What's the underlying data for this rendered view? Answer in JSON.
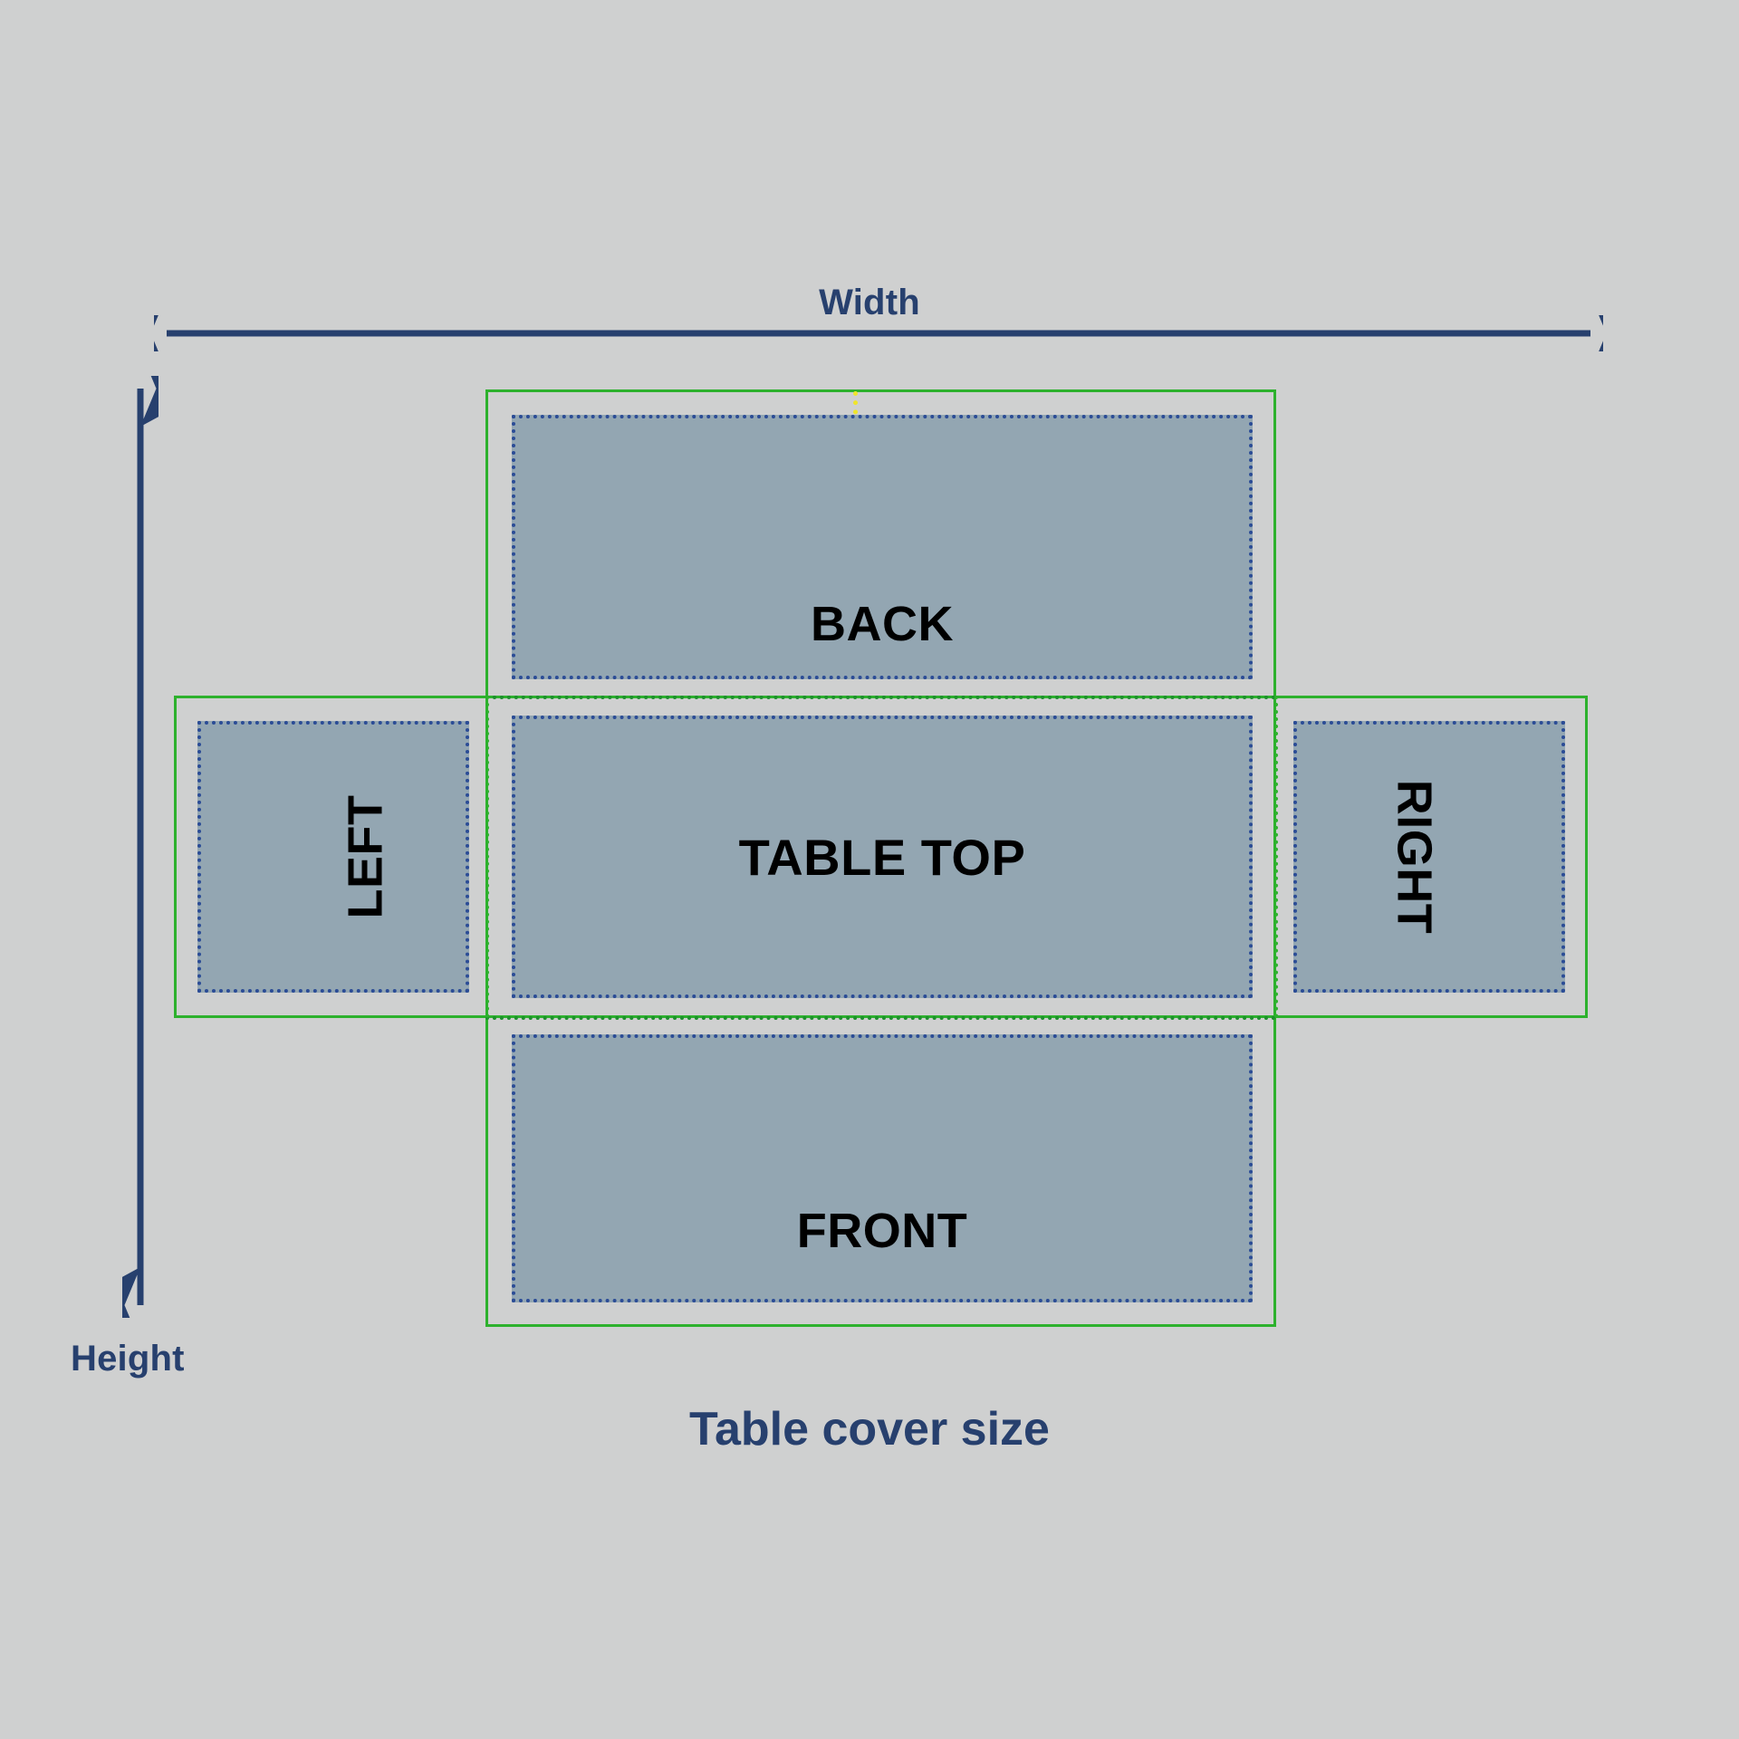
{
  "diagram": {
    "caption": "Table cover size",
    "dimensions": {
      "width_label": "Width",
      "height_label": "Height"
    },
    "panels": [
      {
        "id": "back",
        "label": "BACK"
      },
      {
        "id": "table-top",
        "label": "TABLE TOP"
      },
      {
        "id": "front",
        "label": "FRONT"
      },
      {
        "id": "left",
        "label": "LEFT"
      },
      {
        "id": "right",
        "label": "RIGHT"
      }
    ],
    "colors": {
      "background": "#cfd0d0",
      "panel_fill": "#93a6b2",
      "panel_border": "#2b4c96",
      "cut_line": "#2db12d",
      "fold_line": "#1f8f2f",
      "seam_marker": "#efe52a",
      "annotation_text": "#27406e",
      "panel_text": "#000000"
    }
  }
}
